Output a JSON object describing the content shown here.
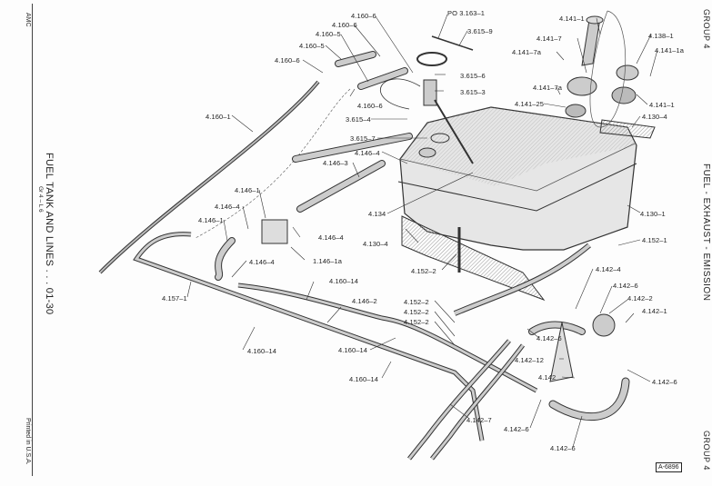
{
  "left_margin": {
    "publisher": "AMC",
    "section_title": "FUEL TANK AND LINES . . . 01-30",
    "page_ref": "Gr 4 – L 6",
    "printed": "Printed in U.S.A."
  },
  "right_margin": {
    "group_top": "GROUP 4",
    "heading": "FUEL - EXHAUST - EMISSION",
    "group_bottom": "GROUP 4"
  },
  "figure_id": "A-6896",
  "callouts": [
    {
      "id": "c1",
      "text": "PO 3.163–1"
    },
    {
      "id": "c2",
      "text": "3.615–9"
    },
    {
      "id": "c3",
      "text": "4.160–6"
    },
    {
      "id": "c4",
      "text": "4.160–6"
    },
    {
      "id": "c5",
      "text": "4.160–5"
    },
    {
      "id": "c6",
      "text": "4.160–5"
    },
    {
      "id": "c7",
      "text": "4.160–6"
    },
    {
      "id": "c8",
      "text": "3.615–6"
    },
    {
      "id": "c9",
      "text": "3.615–3"
    },
    {
      "id": "c10",
      "text": "4.160–6"
    },
    {
      "id": "c11",
      "text": "4.160–1"
    },
    {
      "id": "c12",
      "text": "3.615–4"
    },
    {
      "id": "c13",
      "text": "3.615–7"
    },
    {
      "id": "c14",
      "text": "4.146–4"
    },
    {
      "id": "c15",
      "text": "4.146–3"
    },
    {
      "id": "c16",
      "text": "4.141–1"
    },
    {
      "id": "c17",
      "text": "4.141–7"
    },
    {
      "id": "c18",
      "text": "4.141–7a"
    },
    {
      "id": "c19",
      "text": "4.138–1"
    },
    {
      "id": "c20",
      "text": "4.141–1a"
    },
    {
      "id": "c21",
      "text": "4.141–7a"
    },
    {
      "id": "c22",
      "text": "4.141–25"
    },
    {
      "id": "c23",
      "text": "4.141–1"
    },
    {
      "id": "c24",
      "text": "4.130–4"
    },
    {
      "id": "c25",
      "text": "4.146–1"
    },
    {
      "id": "c26",
      "text": "4.146–4"
    },
    {
      "id": "c27",
      "text": "4.146–1"
    },
    {
      "id": "c28",
      "text": "4.134"
    },
    {
      "id": "c29",
      "text": "4.146–4"
    },
    {
      "id": "c30",
      "text": "1.146–1a"
    },
    {
      "id": "c31",
      "text": "4.130–4"
    },
    {
      "id": "c32",
      "text": "4.130–1"
    },
    {
      "id": "c33",
      "text": "4.146–4"
    },
    {
      "id": "c34",
      "text": "4.152–1"
    },
    {
      "id": "c35",
      "text": "4.152–2"
    },
    {
      "id": "c36",
      "text": "4.157–1"
    },
    {
      "id": "c37",
      "text": "4.160–14"
    },
    {
      "id": "c38",
      "text": "4.146–2"
    },
    {
      "id": "c39",
      "text": "4.142–4"
    },
    {
      "id": "c40",
      "text": "4.142–6"
    },
    {
      "id": "c41",
      "text": "4.142–2"
    },
    {
      "id": "c42",
      "text": "4.142–1"
    },
    {
      "id": "c43",
      "text": "4.152–2"
    },
    {
      "id": "c44",
      "text": "4.152–2"
    },
    {
      "id": "c45",
      "text": "4.152–2"
    },
    {
      "id": "c46",
      "text": "4.142–6"
    },
    {
      "id": "c47",
      "text": "4.160–14"
    },
    {
      "id": "c48",
      "text": "4.160–14"
    },
    {
      "id": "c49",
      "text": "4.142–12"
    },
    {
      "id": "c50",
      "text": "4.160–14"
    },
    {
      "id": "c51",
      "text": "4.142"
    },
    {
      "id": "c52",
      "text": "4.142–6"
    },
    {
      "id": "c53",
      "text": "4.142–7"
    },
    {
      "id": "c54",
      "text": "4.142–6"
    },
    {
      "id": "c55",
      "text": "4.142–6"
    }
  ]
}
